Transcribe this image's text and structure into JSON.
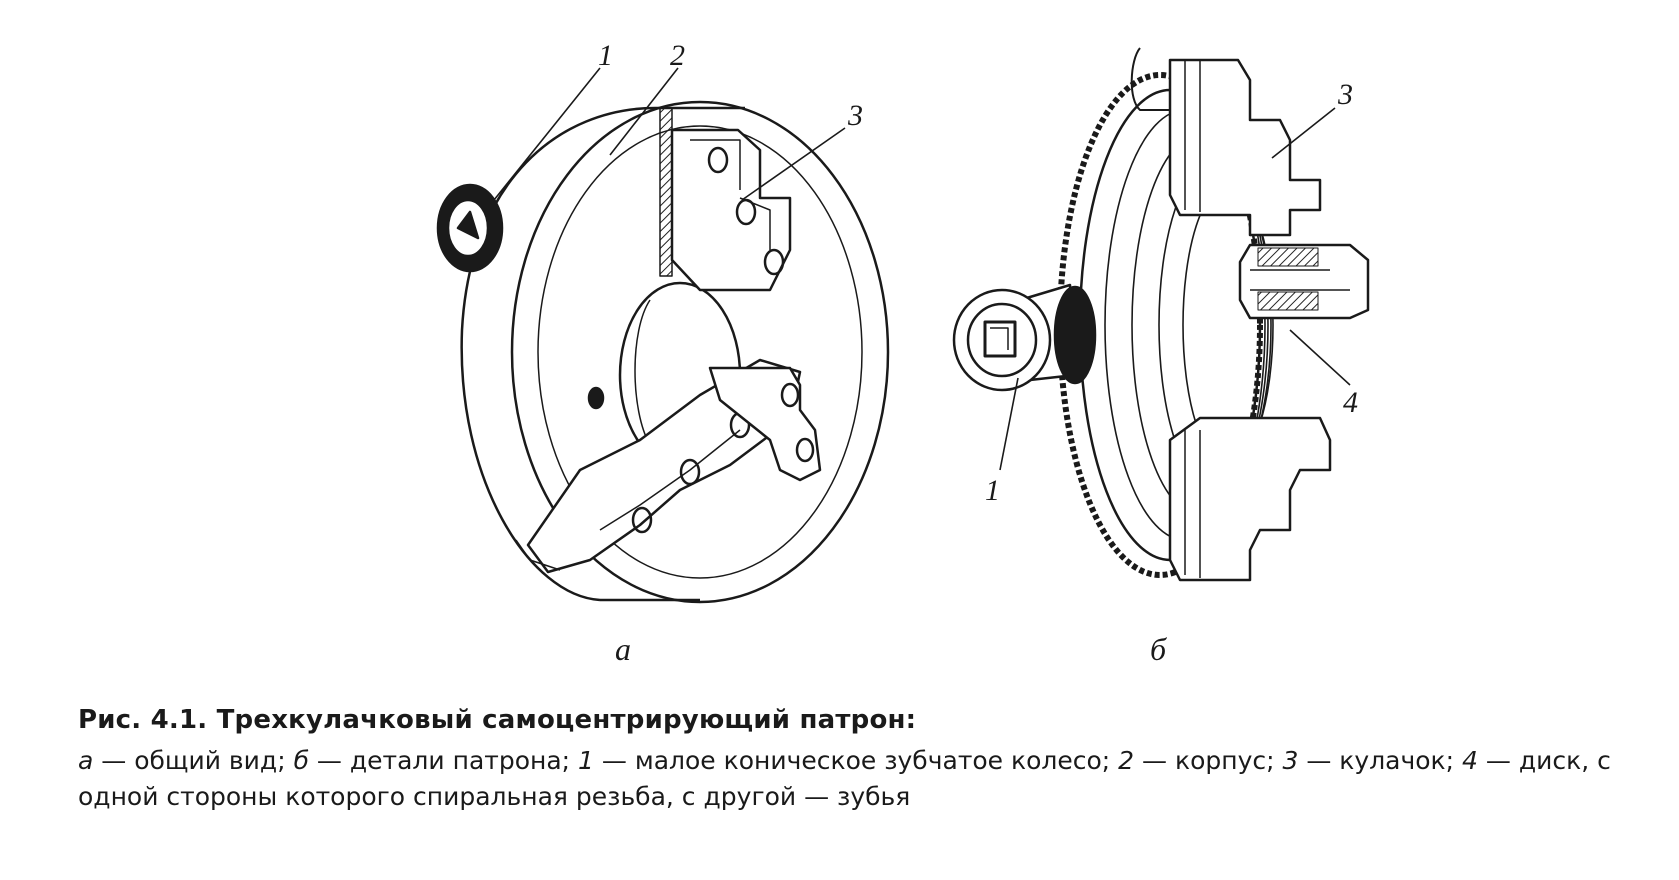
{
  "figure": {
    "left": {
      "sublabel": "а",
      "callouts": {
        "c1": "1",
        "c2": "2",
        "c3": "3"
      }
    },
    "right": {
      "sublabel": "б",
      "callouts": {
        "c3": "3",
        "c4": "4",
        "c1": "1"
      }
    }
  },
  "caption": {
    "fig_number": "Рис. 4.1.",
    "title": "Трехкулачковый самоцентрирующий патрон:",
    "items": [
      {
        "key": "а",
        "text": " — общий вид; "
      },
      {
        "key": "б",
        "text": " — детали патрона; "
      },
      {
        "key": "1",
        "text": " — малое коническое зубчатое колесо; "
      },
      {
        "key": "2",
        "text": " — корпус; "
      },
      {
        "key": "3",
        "text": " — кулачок; "
      },
      {
        "key": "4",
        "text": " — диск, с одной стороны которого спиральная резьба, с другой — зубья"
      }
    ]
  }
}
